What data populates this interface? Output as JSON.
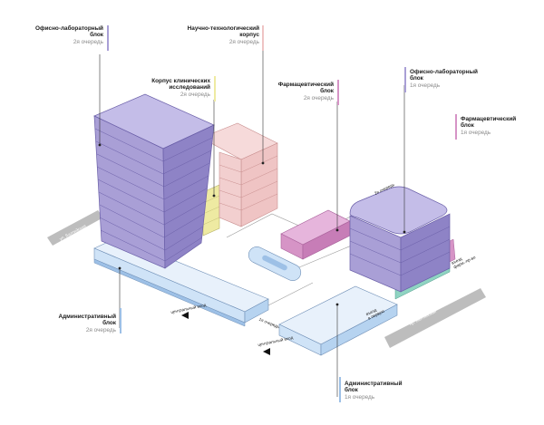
{
  "labels": {
    "office_lab_2": {
      "title": "Офисно-лабораторный\nблок",
      "stage": "2я очередь"
    },
    "scitech_2": {
      "title": "Научно-технологический\nкорпус",
      "stage": "2я очередь"
    },
    "clinical_2": {
      "title": "Корпус клинических\nисследований",
      "stage": "2я очередь"
    },
    "pharma_2": {
      "title": "Фармацевтический\nблок",
      "stage": "2я очередь"
    },
    "office_lab_1": {
      "title": "Офисно-лабораторный\nблок",
      "stage": "1я очередь"
    },
    "pharma_1": {
      "title": "Фармацевтический\nблок",
      "stage": "1я очередь"
    },
    "admin_2": {
      "title": "Административный\nблок",
      "stage": "2я очередь"
    },
    "admin_1": {
      "title": "Административный\nблок",
      "stage": "1я очередь"
    }
  },
  "annotations": {
    "central_entrance_a": "центральный вход",
    "central_entrance_b": "центральный вход",
    "queue_1": "1я очередь",
    "queue_2": "2я очередь",
    "entrance_to_1": "въезд\nв первую",
    "entrance_pharma": "въезд\nфарм.-пр-во",
    "road_left": "ул. Балтийская",
    "road_right": "пр. Балтийская"
  },
  "colors": {
    "violet": "#a99fd6",
    "violet_dark": "#7d73b8",
    "pink": "#efc4c4",
    "pink_dark": "#d89c9c",
    "magenta": "#d694c6",
    "yellow": "#eeeaa2",
    "blue": "#cfe3f7",
    "blue_dark": "#9dc0e6",
    "teal": "#8fd4c2",
    "road": "#bdbdbd"
  }
}
